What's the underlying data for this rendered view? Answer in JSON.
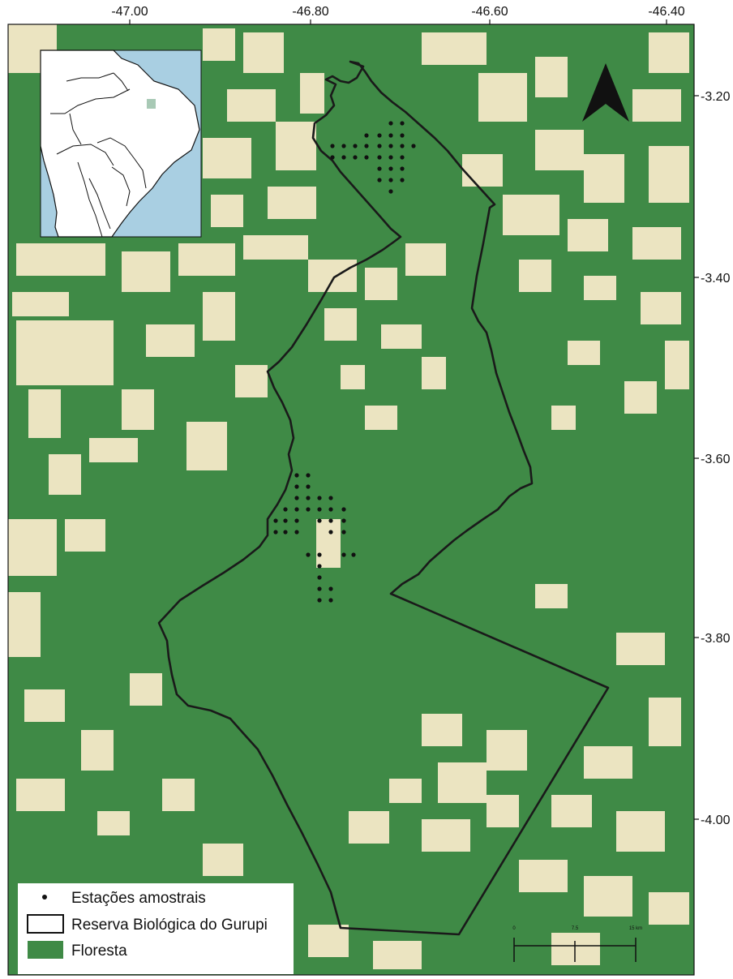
{
  "map": {
    "x_ticks": [
      "-47.00",
      "-46.80",
      "-46.60",
      "-46.40"
    ],
    "y_ticks": [
      "-3.20",
      "-3.40",
      "-3.60",
      "-3.80",
      "-4.00"
    ]
  },
  "legend": {
    "stations": "Estações amostrais",
    "reserve": "Reserva Biológica do Gurupi",
    "forest": "Floresta"
  },
  "scale_bar": {
    "labels": [
      "0",
      "7.5",
      "15 km"
    ]
  },
  "colors": {
    "forest": "#3f8a46",
    "cleared": "#ebe4c1",
    "ocean": "#a9cfe2",
    "land": "#ffffff",
    "boundary": "#1a1a1a",
    "inset_highlight": "#a8c9b5"
  }
}
